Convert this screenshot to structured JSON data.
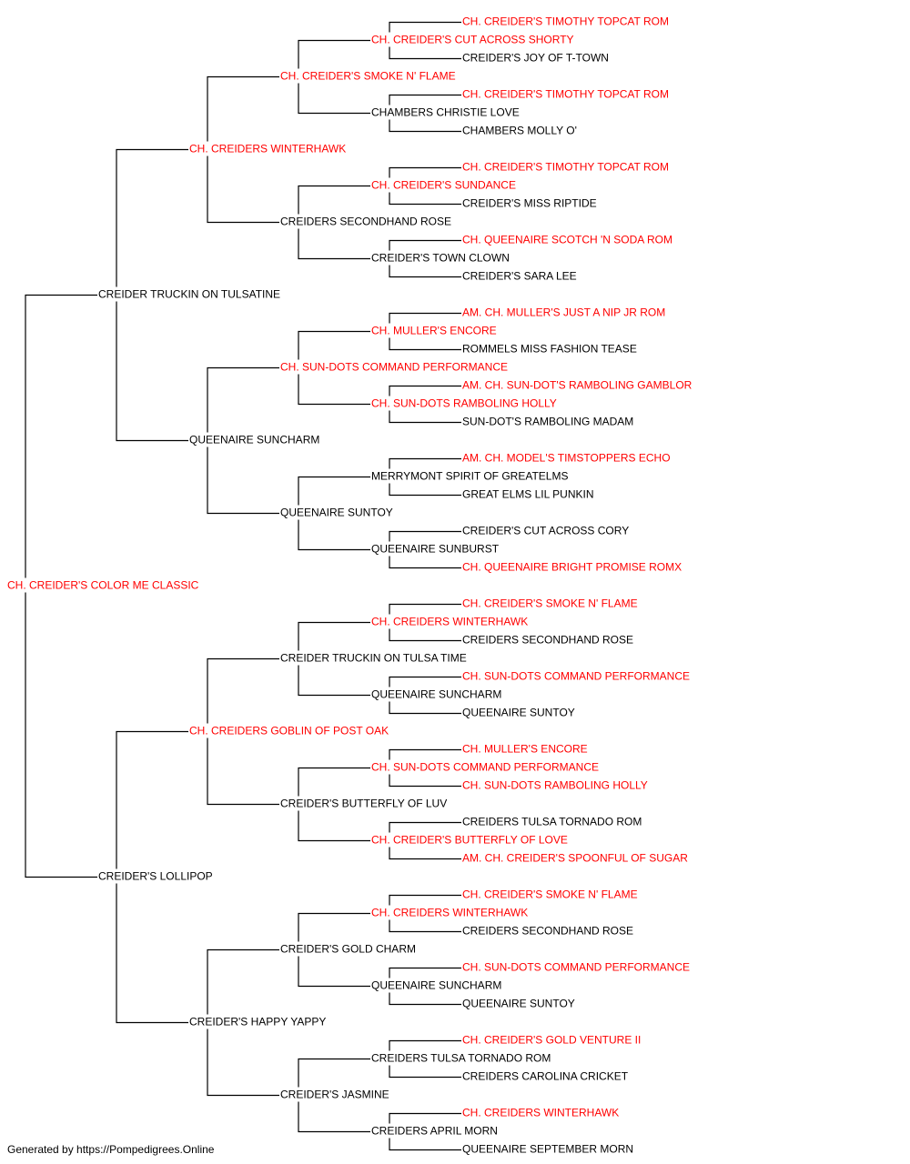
{
  "colors": {
    "champion": "#ff0000",
    "normal": "#000000",
    "line": "#000000"
  },
  "pedigree": {
    "subject": "CH. CREIDER'S COLOR ME CLASSIC",
    "ancestors": [
      "CREIDER TRUCKIN ON TULSATINE",
      "CREIDER'S LOLLIPOP",
      "CH. CREIDERS WINTERHAWK",
      "QUEENAIRE SUNCHARM",
      "CH. CREIDERS GOBLIN OF POST OAK",
      "CREIDER'S HAPPY YAPPY",
      "CH. CREIDER'S SMOKE N' FLAME",
      "CREIDERS SECONDHAND ROSE",
      "CH. SUN-DOTS COMMAND PERFORMANCE",
      "QUEENAIRE SUNTOY",
      "CREIDER TRUCKIN ON TULSA TIME",
      "CREIDER'S BUTTERFLY OF LUV",
      "CREIDER'S GOLD CHARM",
      "CREIDER'S JASMINE",
      "CH. CREIDER'S CUT ACROSS SHORTY",
      "CHAMBERS CHRISTIE LOVE",
      "CH. CREIDER'S SUNDANCE",
      "CREIDER'S TOWN CLOWN",
      "CH. MULLER'S ENCORE",
      "CH. SUN-DOTS RAMBOLING HOLLY",
      "MERRYMONT SPIRIT OF GREATELMS",
      "QUEENAIRE SUNBURST",
      "CH. CREIDERS WINTERHAWK",
      "QUEENAIRE SUNCHARM",
      "CH. SUN-DOTS COMMAND PERFORMANCE",
      "CH. CREIDER'S BUTTERFLY OF LOVE",
      "CH. CREIDERS WINTERHAWK",
      "QUEENAIRE SUNCHARM",
      "CREIDERS TULSA TORNADO ROM",
      "CREIDERS APRIL MORN",
      "CH. CREIDER'S TIMOTHY TOPCAT ROM",
      "CREIDER'S JOY OF T-TOWN",
      "CH. CREIDER'S TIMOTHY TOPCAT ROM",
      "CHAMBERS MOLLY O'",
      "CH. CREIDER'S TIMOTHY TOPCAT ROM",
      "CREIDER'S MISS RIPTIDE",
      "CH. QUEENAIRE SCOTCH 'N SODA ROM",
      "CREIDER'S SARA LEE",
      "AM. CH. MULLER'S JUST A NIP JR ROM",
      "ROMMELS MISS FASHION TEASE",
      "AM. CH. SUN-DOT'S RAMBOLING GAMBLOR",
      "SUN-DOT'S RAMBOLING MADAM",
      "AM. CH. MODEL'S TIMSTOPPERS ECHO",
      "GREAT ELMS LIL PUNKIN",
      "CREIDER'S CUT ACROSS CORY",
      "CH. QUEENAIRE BRIGHT PROMISE ROMX",
      "CH. CREIDER'S SMOKE N' FLAME",
      "CREIDERS SECONDHAND ROSE",
      "CH. SUN-DOTS COMMAND PERFORMANCE",
      "QUEENAIRE SUNTOY",
      "CH. MULLER'S ENCORE",
      "CH. SUN-DOTS RAMBOLING HOLLY",
      "CREIDERS TULSA TORNADO ROM",
      "AM. CH. CREIDER'S SPOONFUL OF SUGAR",
      "CH. CREIDER'S SMOKE N' FLAME",
      "CREIDERS SECONDHAND ROSE",
      "CH. SUN-DOTS COMMAND PERFORMANCE",
      "QUEENAIRE SUNTOY",
      "CH. CREIDER'S GOLD VENTURE II",
      "CREIDERS CAROLINA CRICKET",
      "CH. CREIDERS WINTERHAWK",
      "QUEENAIRE SEPTEMBER MORN"
    ]
  },
  "footer": "Generated by https://Pompedigrees.Online"
}
